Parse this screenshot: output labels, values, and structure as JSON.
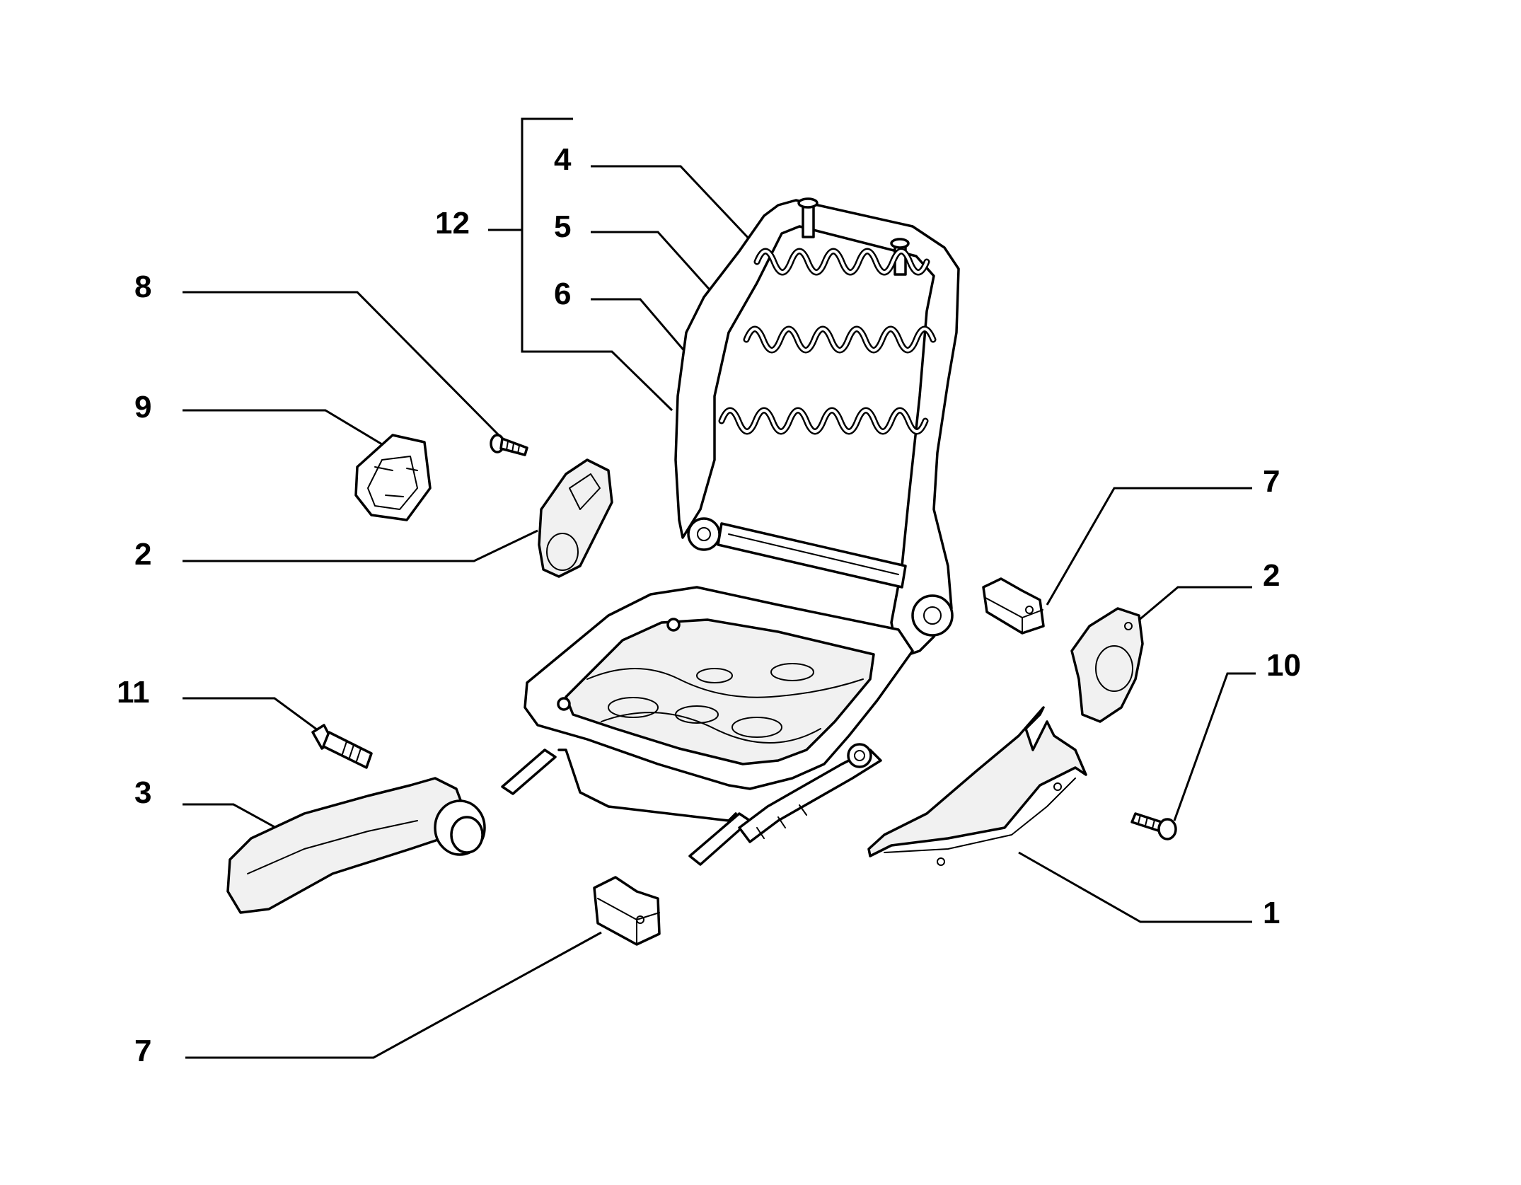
{
  "diagram": {
    "callouts": [
      {
        "id": "label-12",
        "text": "12"
      },
      {
        "id": "label-4",
        "text": "4"
      },
      {
        "id": "label-5",
        "text": "5"
      },
      {
        "id": "label-6",
        "text": "6"
      },
      {
        "id": "label-8",
        "text": "8"
      },
      {
        "id": "label-9",
        "text": "9"
      },
      {
        "id": "label-2-left",
        "text": "2"
      },
      {
        "id": "label-11",
        "text": "11"
      },
      {
        "id": "label-3",
        "text": "3"
      },
      {
        "id": "label-7-bottom",
        "text": "7"
      },
      {
        "id": "label-7-right",
        "text": "7"
      },
      {
        "id": "label-2-right",
        "text": "2"
      },
      {
        "id": "label-10",
        "text": "10"
      },
      {
        "id": "label-1",
        "text": "1"
      }
    ]
  }
}
